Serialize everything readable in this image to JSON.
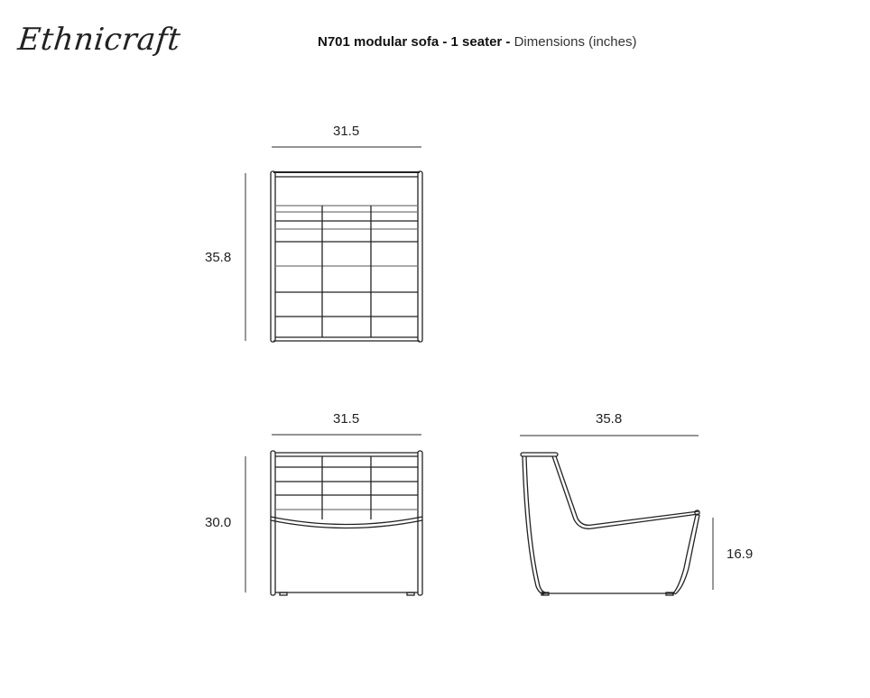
{
  "header": {
    "brand": "Ethnicraft",
    "title_bold": "N701 modular sofa - 1 seater - ",
    "title_light": "Dimensions (inches)"
  },
  "views": {
    "top": {
      "width_label": "31.5",
      "depth_label": "35.8"
    },
    "front": {
      "width_label": "31.5",
      "height_label": "30.0"
    },
    "side": {
      "depth_label": "35.8",
      "seat_height_label": "16.9"
    }
  },
  "colors": {
    "line": "#222222",
    "dim_line": "#555555",
    "inner_line": "#888888"
  }
}
